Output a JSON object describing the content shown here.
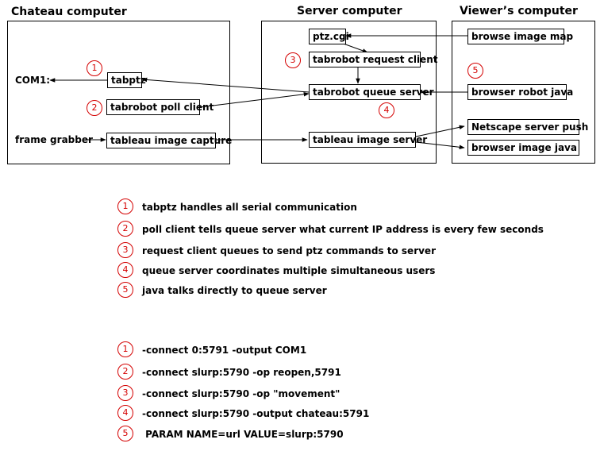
{
  "sections": {
    "chateau": "Chateau computer",
    "server": "Server computer",
    "viewer": "Viewer’s computer"
  },
  "chateau": {
    "com1_label": "COM1:",
    "frame_grabber_label": "frame grabber",
    "tabptz": "tabptz",
    "poll_client": "tabrobot poll client",
    "image_capture": "tableau image capture"
  },
  "server": {
    "ptz_cgi": "ptz.cgi",
    "request_client": "tabrobot request client",
    "queue_server": "tabrobot queue server",
    "image_server": "tableau image server"
  },
  "viewer": {
    "browse_image_map": "browse image map",
    "browser_robot_java": "browser robot java",
    "netscape_server_push": "Netscape server push",
    "browser_image_java": "browser image java"
  },
  "badges": [
    "1",
    "2",
    "3",
    "4",
    "5"
  ],
  "notes": [
    "tabptz handles all serial communication",
    "poll client tells queue server what current IP address is every few seconds",
    "request client queues to send ptz commands to server",
    "queue server coordinates multiple simultaneous users",
    "java talks directly to queue server"
  ],
  "commands": [
    "-connect 0:5791  -output COM1",
    "-connect slurp:5790 -op reopen,5791",
    "-connect slurp:5790 -op \"movement\"",
    "-connect slurp:5790 -output chateau:5791",
    " PARAM NAME=url VALUE=slurp:5790"
  ],
  "colors": {
    "badge": "#d40000",
    "line": "#000000"
  }
}
